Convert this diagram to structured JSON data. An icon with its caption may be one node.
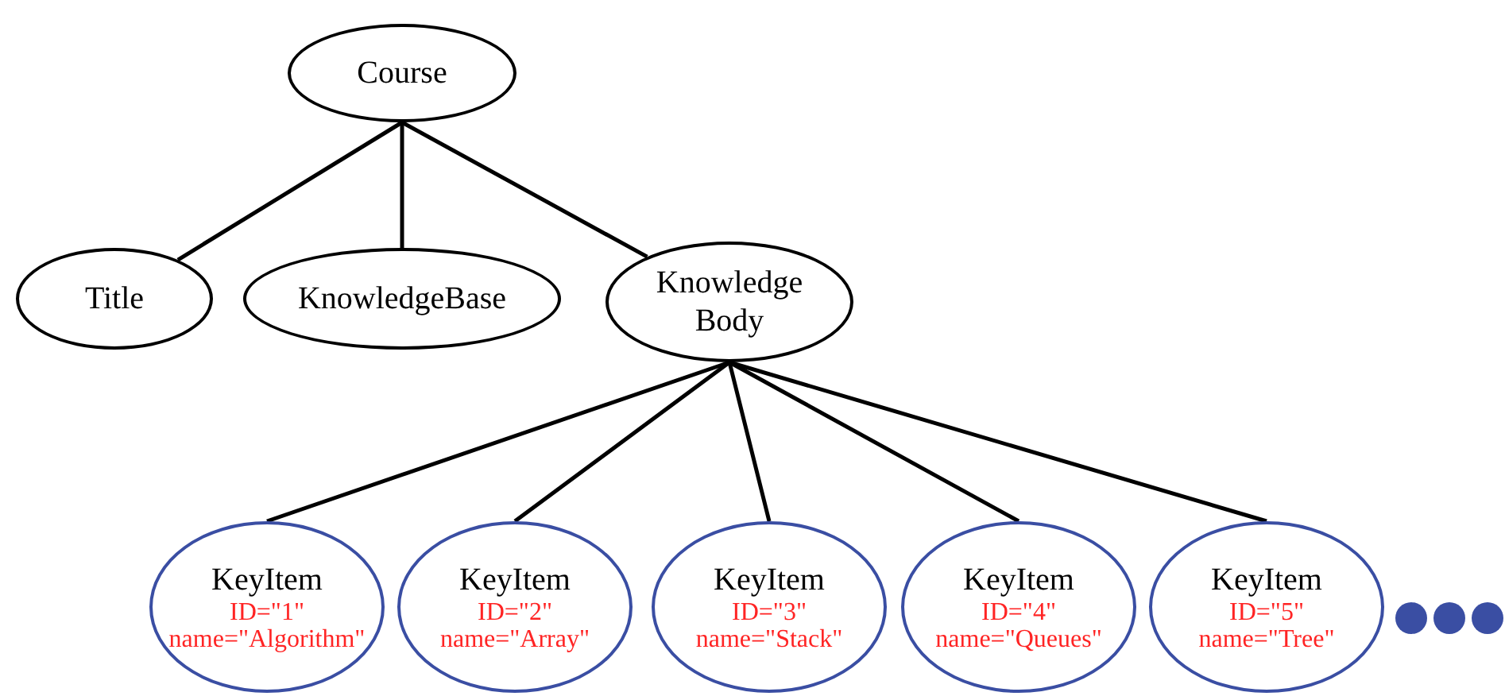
{
  "diagram": {
    "nodes": [
      {
        "text": [
          "Course"
        ]
      },
      {
        "text": [
          "Title"
        ]
      },
      {
        "text": [
          "KnowledgeBase"
        ]
      },
      {
        "text": [
          "Knowledge Body"
        ]
      },
      {
        "text": [
          "KeyItem",
          "ID=\"1\"",
          "name=\"Algorithm\""
        ]
      },
      {
        "text": [
          "KeyItem",
          "ID=\"2\"",
          "name=\"Array\""
        ]
      },
      {
        "text": [
          "KeyItem",
          "ID=\"3\"",
          "name=\"Stack\""
        ]
      },
      {
        "text": [
          "KeyItem",
          "ID=\"4\"",
          "name=\"Queues\""
        ]
      },
      {
        "text": [
          "KeyItem",
          "ID=\"5\"",
          "name=\"Tree\""
        ]
      }
    ],
    "edges": [
      {
        "from": 0,
        "to": 1,
        "arrow": "none"
      },
      {
        "from": 0,
        "to": 2,
        "arrow": "none"
      },
      {
        "from": 0,
        "to": 3,
        "arrow": "none"
      },
      {
        "from": 3,
        "to": 4,
        "arrow": "none"
      },
      {
        "from": 3,
        "to": 5,
        "arrow": "none"
      },
      {
        "from": 3,
        "to": 6,
        "arrow": "none"
      },
      {
        "from": 3,
        "to": 7,
        "arrow": "none"
      },
      {
        "from": 3,
        "to": 8,
        "arrow": "none"
      }
    ]
  }
}
